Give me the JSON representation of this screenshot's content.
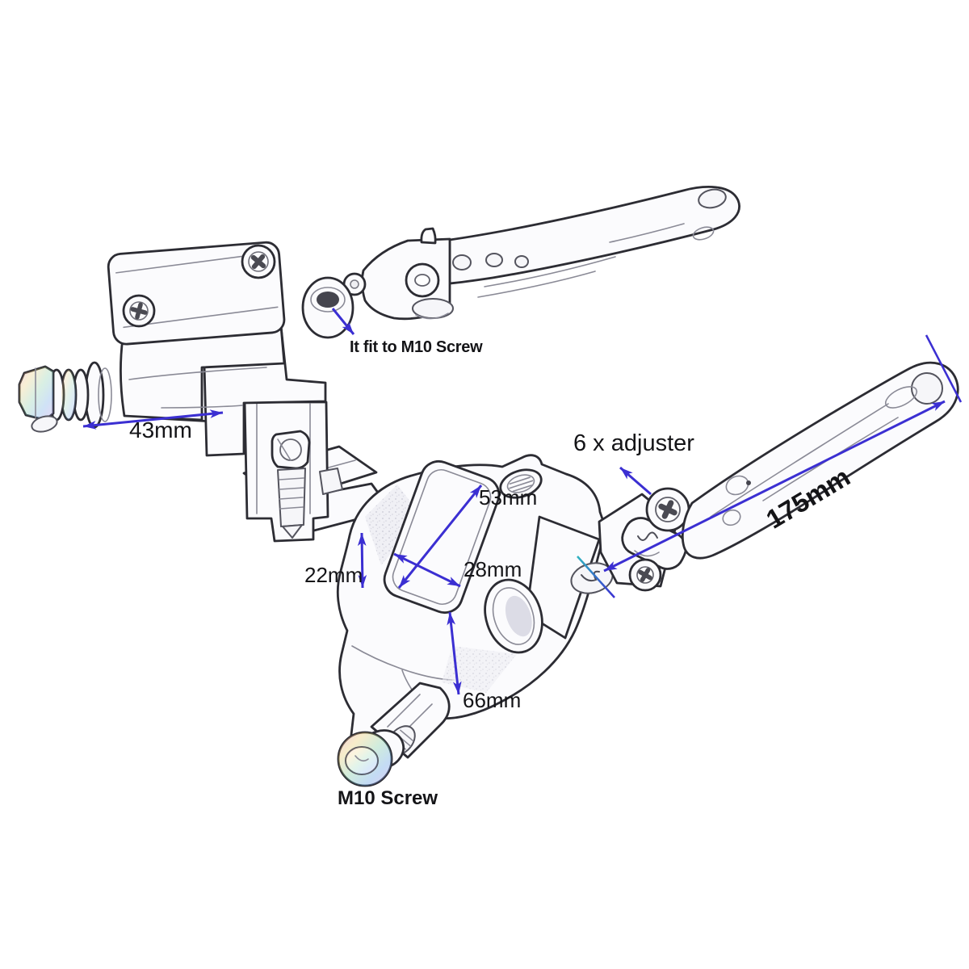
{
  "diagram": {
    "labels": {
      "fit": "It fit to M10 Screw",
      "adjuster": "6 x adjuster",
      "m10": "M10 Screw"
    },
    "dimensions": {
      "d43": "43mm",
      "d53": "53mm",
      "d28": "28mm",
      "d22": "22mm",
      "d66": "66mm",
      "d175": "175mm"
    },
    "colors": {
      "arrow_blue": "#3b2fd2",
      "tick_teal": "#2fb3c0",
      "accent_green": "#7ac04a",
      "outline_ink": "#2c2c33",
      "label_text": "#141417"
    }
  }
}
